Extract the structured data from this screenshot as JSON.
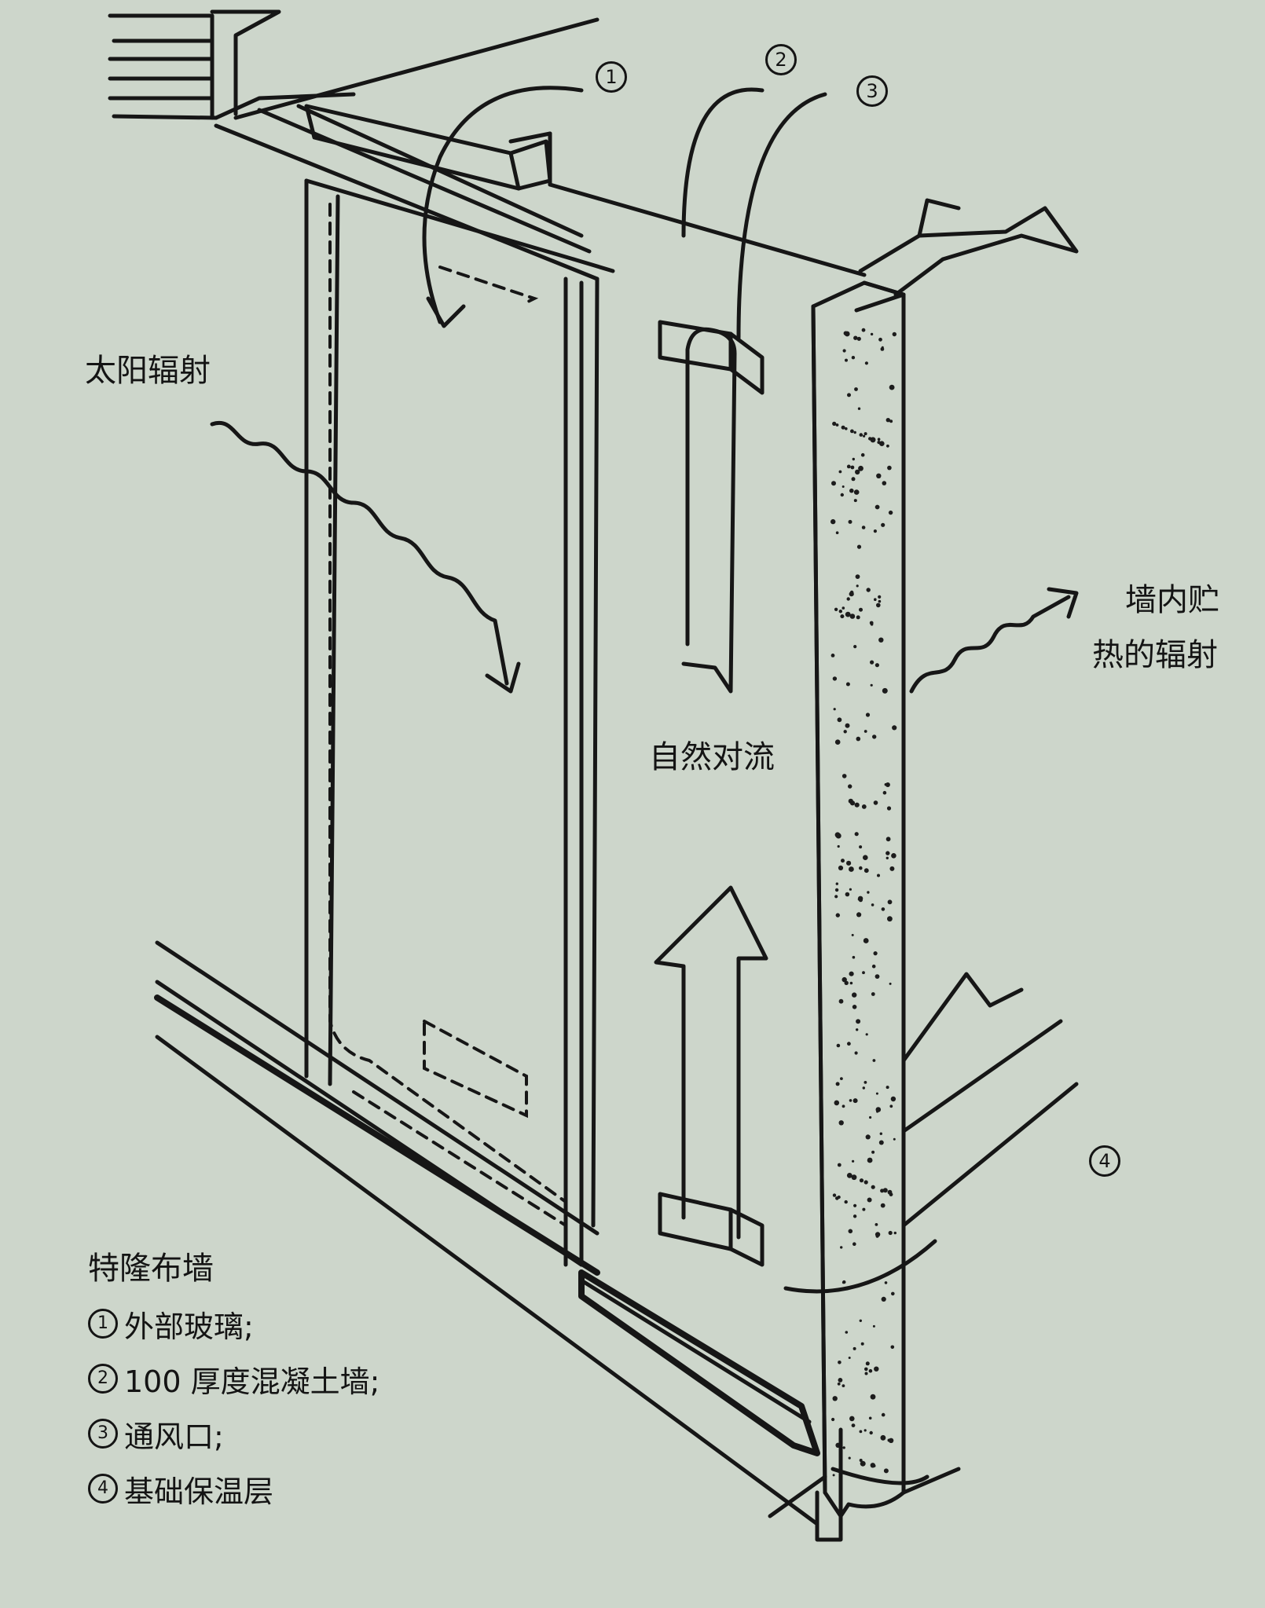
{
  "labels": {
    "solar_radiation": "太阳辐射",
    "wall_stored_heat_line1": "墙内贮",
    "wall_stored_heat_line2": "热的辐射",
    "natural_convection": "自然对流"
  },
  "markers": {
    "m1": "1",
    "m2": "2",
    "m3": "3",
    "m4": "4"
  },
  "legend": {
    "title": "特隆布墙",
    "items": [
      {
        "num": "1",
        "text": "外部玻璃;"
      },
      {
        "num": "2",
        "text": "100 厚度混凝土墙;"
      },
      {
        "num": "3",
        "text": "通风口;"
      },
      {
        "num": "4",
        "text": "基础保温层"
      }
    ]
  },
  "colors": {
    "background": "#cdd6cb",
    "ink": "#161616"
  }
}
